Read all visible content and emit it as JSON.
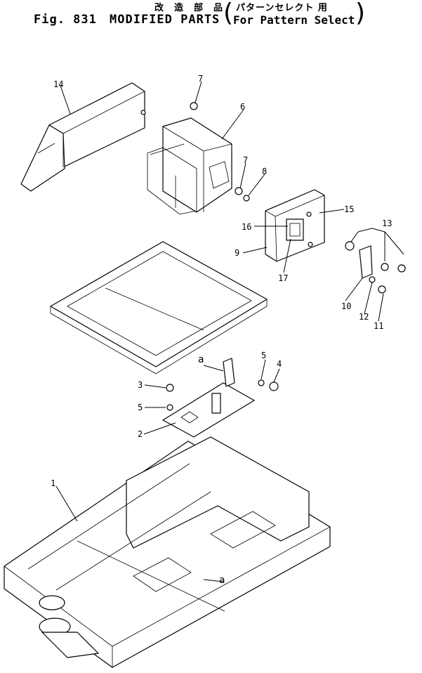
{
  "header": {
    "jp_1": "改",
    "jp_2": "造",
    "jp_3": "部",
    "jp_4": "品",
    "jp_sub": "パターンセレクト 用",
    "fig_label": "Fig. 831",
    "title": "MODIFIED PARTS",
    "subtitle": "For Pattern Select"
  },
  "callouts": {
    "c1": "1",
    "c2": "2",
    "c3": "3",
    "c4": "4",
    "c5a": "5",
    "c5b": "5",
    "c6": "6",
    "c7a": "7",
    "c7b": "7",
    "c8": "8",
    "c9": "9",
    "c10": "10",
    "c11": "11",
    "c12": "12",
    "c13": "13",
    "c14": "14",
    "c15": "15",
    "c16": "16",
    "c17": "17",
    "ref_a1": "a",
    "ref_a2": "a"
  }
}
